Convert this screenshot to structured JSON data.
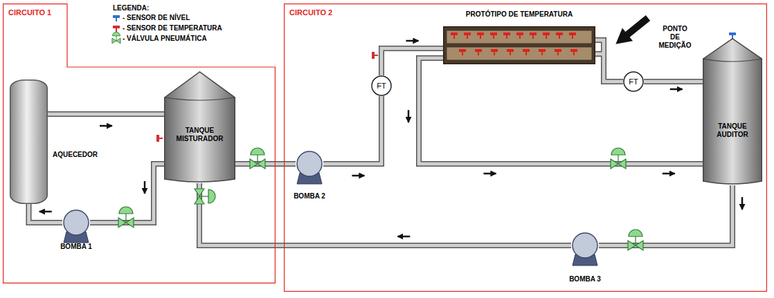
{
  "diagram": {
    "nodes": [
      {
        "text": [
          "CIRCUITO 1"
        ]
      },
      {
        "text": [
          "AQUECEDOR"
        ],
        "in": 0
      },
      {
        "text": [
          "TANQUE MISTURADOR"
        ],
        "in": 0
      },
      {
        "text": [
          "BOMBA 1"
        ],
        "in": 0
      },
      {
        "text": [
          "CIRCUITO 2"
        ]
      },
      {
        "text": [
          "PROTÓTIPO DE TEMPERATURA"
        ],
        "in": 4
      },
      {
        "text": [
          "FT"
        ],
        "in": 4
      },
      {
        "text": [
          "FT"
        ],
        "in": 4
      },
      {
        "text": [
          "TANQUE AUDITOR"
        ],
        "in": 4
      },
      {
        "text": [
          "BOMBA 2"
        ],
        "in": 4
      },
      {
        "text": [
          "BOMBA 3"
        ],
        "in": 4
      }
    ],
    "edges": [
      {
        "from": 1,
        "to": 2,
        "arrow": "to"
      },
      {
        "from": 2,
        "to": 3,
        "arrow": "to"
      },
      {
        "from": 3,
        "to": 1,
        "arrow": "to"
      },
      {
        "from": 2,
        "to": 9,
        "arrow": "none"
      },
      {
        "from": 9,
        "to": 6,
        "arrow": "to"
      },
      {
        "from": 6,
        "to": 5,
        "arrow": "to"
      },
      {
        "from": 5,
        "to": 7,
        "arrow": "none"
      },
      {
        "from": 5,
        "to": 8,
        "arrow": "to"
      },
      {
        "from": 7,
        "to": 8,
        "arrow": "to"
      },
      {
        "from": 8,
        "to": 10,
        "arrow": "to"
      },
      {
        "from": 10,
        "to": 2,
        "arrow": "to"
      }
    ],
    "labels": [
      "LEGENDA:",
      "PONTO DE MEDIÇÃO"
    ],
    "legend": [
      {
        "text": "- SENSOR DE NÍVEL"
      },
      {
        "text": "- SENSOR DE TEMPERATURA"
      },
      {
        "text": "- VÁLVULA PNEUMÁTICA"
      }
    ]
  }
}
